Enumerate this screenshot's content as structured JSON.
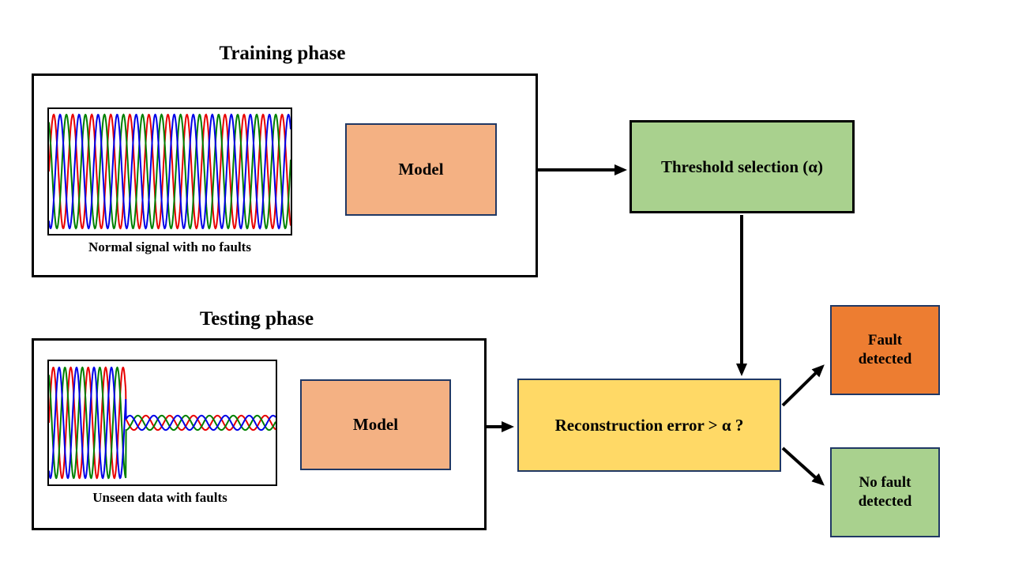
{
  "training": {
    "title": "Training phase",
    "caption": "Normal signal with no faults",
    "model_label": "Model"
  },
  "testing": {
    "title": "Testing phase",
    "caption": "Unseen data with faults",
    "model_label": "Model"
  },
  "threshold_box": {
    "label": "Threshold selection (α)"
  },
  "decision_box": {
    "label": "Reconstruction error > α ?"
  },
  "fault_box": {
    "label": "Fault\ndetected"
  },
  "no_fault_box": {
    "label": "No fault\ndetected"
  },
  "signals": {
    "phase_colors": [
      "#e80000",
      "#008000",
      "#0000e8"
    ],
    "training_description": "three-phase sine wave, constant amplitude",
    "testing_description": "three-phase sine wave with amplitude collapse fault"
  },
  "colors": {
    "model_fill": "#F4B183",
    "green_fill": "#A9D18E",
    "yellow_fill": "#FFD966",
    "fault_fill": "#ED7D31",
    "box_border": "#203864",
    "container_border": "#000000",
    "arrow": "#000000"
  }
}
